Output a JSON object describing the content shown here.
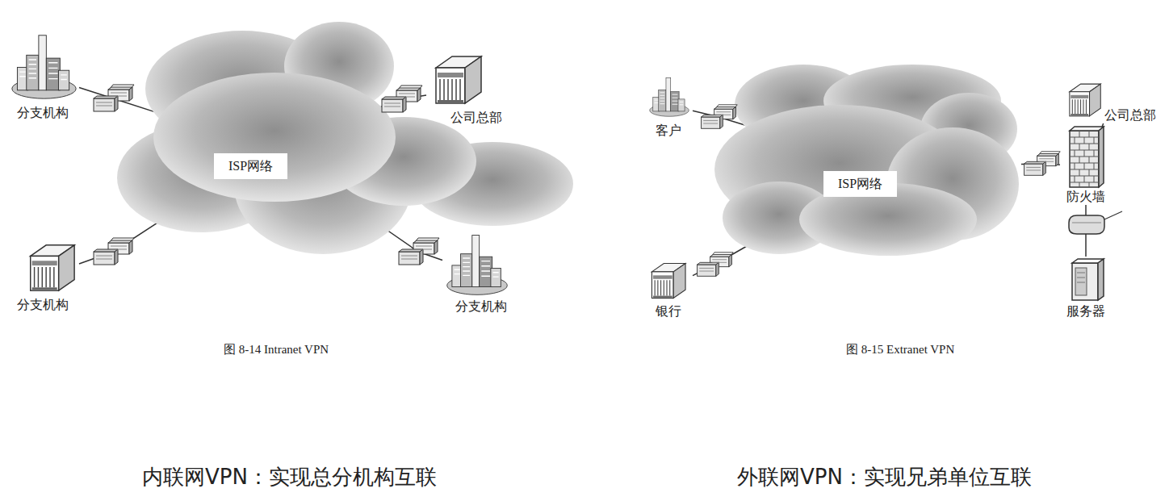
{
  "diagram": {
    "nodes": [
      {
        "text": [
          "分支机构"
        ]
      },
      {
        "text": [
          "公司总部"
        ]
      },
      {
        "text": [
          "ISP网络"
        ]
      },
      {
        "text": [
          "分支机构"
        ]
      },
      {
        "text": [
          "分支机构"
        ]
      },
      {
        "text": [
          "客户"
        ]
      },
      {
        "text": [
          "ISP网络"
        ]
      },
      {
        "text": [
          "公司总部"
        ]
      },
      {
        "text": [
          "防火墙"
        ]
      },
      {
        "text": [
          "银行"
        ]
      },
      {
        "text": [
          "服务器"
        ]
      }
    ],
    "edges": [
      {
        "from": 0,
        "to": 2,
        "arrow": "none"
      },
      {
        "from": 1,
        "to": 2,
        "arrow": "none"
      },
      {
        "from": 3,
        "to": 2,
        "arrow": "none"
      },
      {
        "from": 4,
        "to": 2,
        "arrow": "none"
      },
      {
        "from": 5,
        "to": 6,
        "arrow": "none"
      },
      {
        "from": 6,
        "to": 8,
        "arrow": "none"
      },
      {
        "from": 7,
        "to": 8,
        "arrow": "none"
      },
      {
        "from": 8,
        "to": 10,
        "arrow": "none"
      },
      {
        "from": 9,
        "to": 6,
        "arrow": "none"
      }
    ],
    "labels": [
      "图 8-14 Intranet VPN",
      "图 8-15 Extranet VPN",
      "内联网VPN：实现总分机构互联",
      "外联网VPN：实现兄弟单位互联"
    ]
  }
}
